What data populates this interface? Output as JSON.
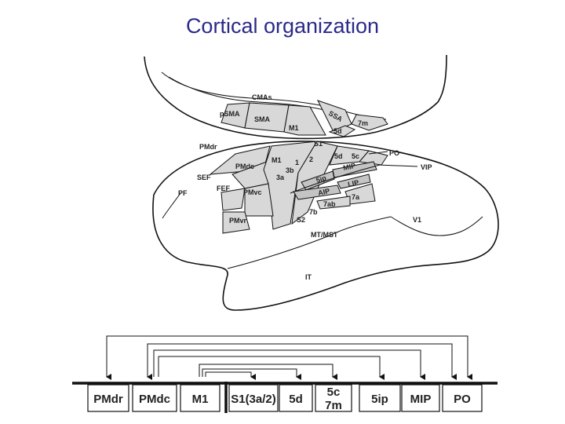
{
  "title": "Cortical organization",
  "brain_labels": {
    "cmas": "CMAs",
    "psma": "pSMA",
    "sma": "SMA",
    "m1_top": "M1",
    "ssa": "SSA",
    "m7m": "7m",
    "d5_top": "5d",
    "s1": "S1",
    "pmdr": "PMdr",
    "pmdc": "PMdc",
    "m1": "M1",
    "one": "1",
    "two": "2",
    "b3": "3b",
    "a3": "3a",
    "d5": "5d",
    "c5": "5c",
    "po": "PO",
    "vip": "VIP",
    "mip": "MIP",
    "ip5": "5ip",
    "lip": "LIP",
    "aip": "AIP",
    "a7": "7a",
    "ab7": "7ab",
    "b7": "7b",
    "s2": "S2",
    "sef": "SEF",
    "fef": "FEF",
    "pmvc": "PMvc",
    "pmvr": "PMvr",
    "pf": "PF",
    "v1": "V1",
    "mtmst": "MT/MST",
    "it": "IT"
  },
  "boxes": [
    {
      "label": "PMdr"
    },
    {
      "label": "PMdc"
    },
    {
      "label": "M1"
    },
    {
      "label": "S1(3a/2)"
    },
    {
      "label": "5d"
    },
    {
      "label": "5c",
      "label2": "7m"
    },
    {
      "label": "5ip"
    },
    {
      "label": "MIP"
    },
    {
      "label": "PO"
    }
  ]
}
